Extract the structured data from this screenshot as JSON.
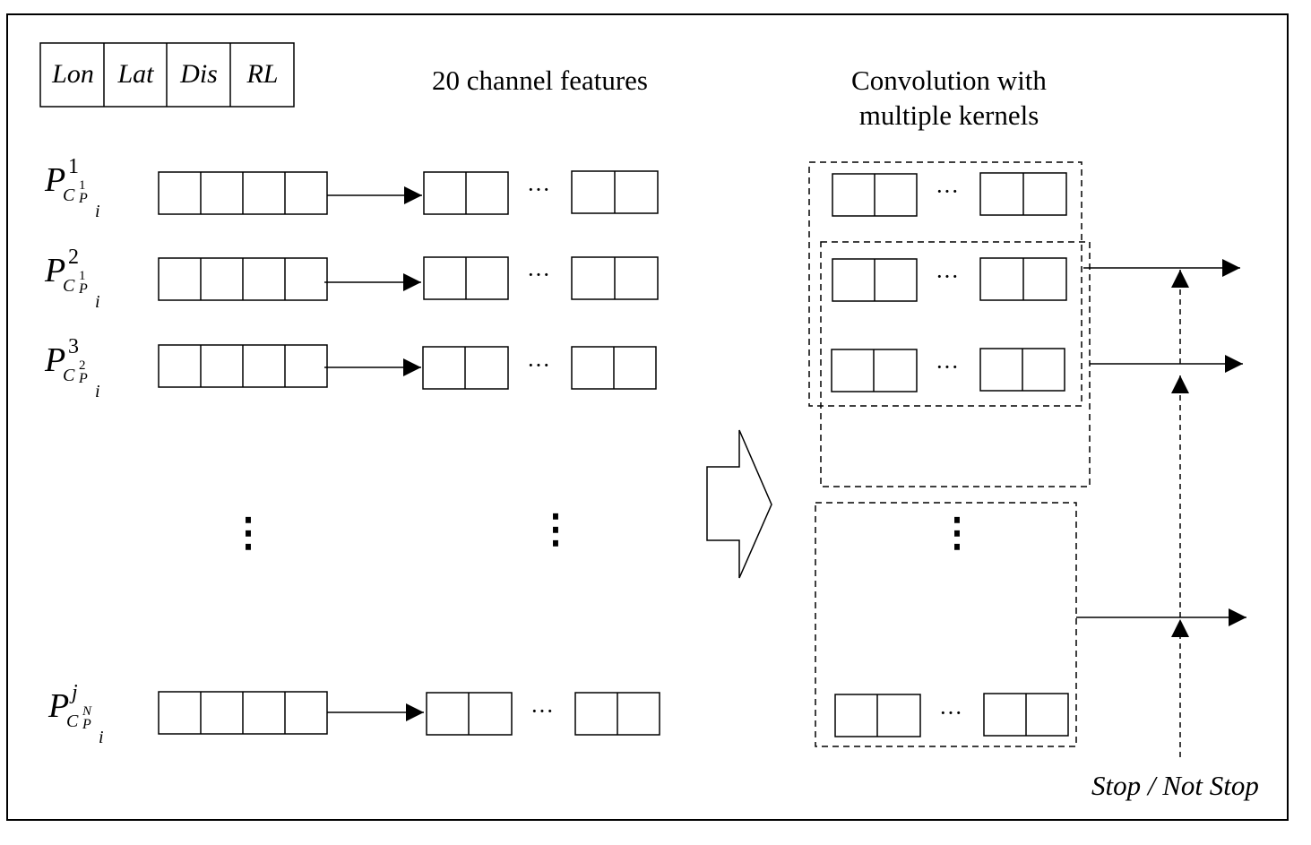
{
  "header_cells": [
    "Lon",
    "Lat",
    "Dis",
    "RL"
  ],
  "title_features": "20 channel features",
  "title_convolution": [
    "Convolution with",
    "multiple kernels"
  ],
  "rows": [
    {
      "base": "P",
      "sup": "1",
      "sub": "C",
      "subsup": "1",
      "subsub": "P",
      "idx": "i"
    },
    {
      "base": "P",
      "sup": "2",
      "sub": "C",
      "subsup": "1",
      "subsub": "P",
      "idx": "i"
    },
    {
      "base": "P",
      "sup": "3",
      "sub": "C",
      "subsup": "2",
      "subsub": "P",
      "idx": "i"
    },
    {
      "base": "P",
      "sup": "j",
      "sub": "C",
      "subsup": "N",
      "subsub": "P",
      "idx": "i"
    }
  ],
  "ellipsis": "···",
  "vertical_dots": "⋮",
  "output_label": "Stop / Not Stop"
}
